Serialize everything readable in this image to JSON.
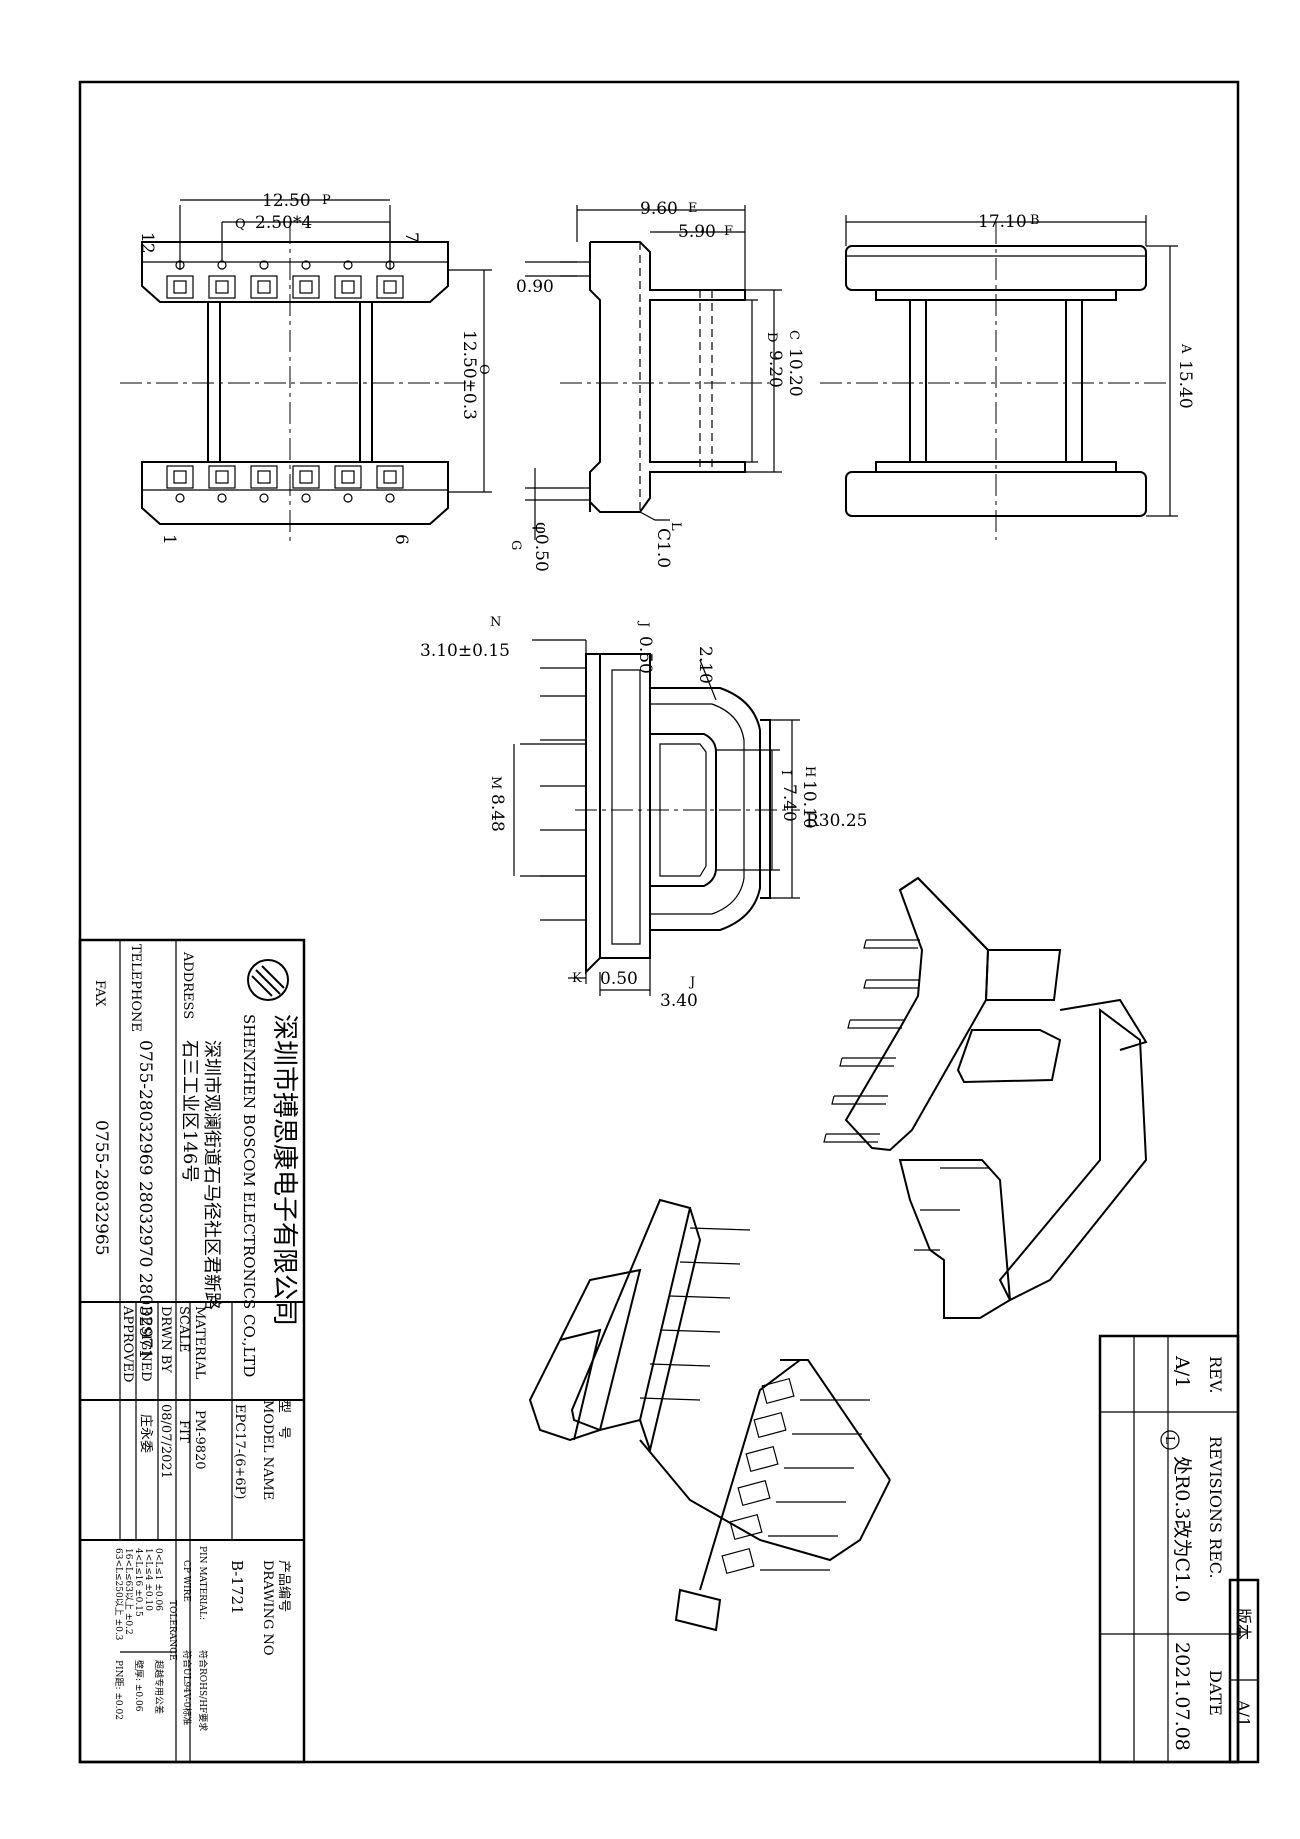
{
  "company": {
    "name_cn": "深圳市搏思康电子有限公司",
    "name_en": "SHENZHEN BOSCOM ELECTRONICS CO.,LTD",
    "address_label": "ADDRESS",
    "address_line1": "深圳市观澜街道石马径社区君新路",
    "address_line2": "石三工业区146号",
    "telephone_label": "TELEPHONE",
    "telephone": "0755-28032969 28032970 28032971",
    "fax_label": "FAX",
    "fax": "0755-28032965"
  },
  "title_block": {
    "model_label_cn": "型　号",
    "model_label_en": "MODEL NAME",
    "model_value": "EPC17-(6+6P)",
    "drawing_label_cn": "产品编号",
    "drawing_label_en": "DRAWING NO",
    "drawing_value": "B-1721",
    "material_label": "MATERIAL",
    "material_value": "PM-9820",
    "scale_label": "SCALE",
    "scale_value": "FIT",
    "drawn_label": "DRWN BY",
    "drawn_value": "08/07/2021",
    "designed_label": "DESIGNED",
    "designed_value": "庄永委",
    "approved_label": "APPROVED",
    "pin_material_label": "PIN MATERIAL:",
    "pin_material_value": "符合ROHS/HF要求",
    "cp_wire_label": "CP WIRE",
    "cp_wire_value": "符合UL94V-0标准",
    "tolerance_label": "TOLERANCE",
    "tolerance_rows": [
      "0<L≤1  ±0.06",
      "1<L≤4  ±0.10",
      "4<L≤16  ±0.15",
      "16<L≤63以上 ±0.2",
      "63<L≤250以上 ±0.3"
    ],
    "tolerance_extra": [
      "超越专用公差",
      "壁厚: ±0.06",
      "PIN距: ±0.02"
    ]
  },
  "revision_block": {
    "rev_label": "REV.",
    "rev_value": "A/1",
    "revisions_label": "REVISIONS REC.",
    "revisions_value": "处R0.3改为C1.0",
    "revisions_marker": "L",
    "date_label": "DATE",
    "date_value": "2021.07.08",
    "version_label": "版本",
    "version_value": "A/1"
  },
  "dimensions": {
    "top_width": "12.50",
    "top_width_marker": "P",
    "pitch": "2.50*4",
    "pitch_marker": "Q",
    "height": "12.50±0.3",
    "height_marker": "O",
    "side_total": "9.60",
    "side_total_marker": "E",
    "side_inner": "5.90",
    "side_inner_marker": "F",
    "pin_step": "0.90",
    "side_outer_h": "10.20",
    "side_outer_marker": "C",
    "side_inner_h": "9.20",
    "side_inner_h_marker": "D",
    "pin_dia": "φ0.50",
    "pin_dia_marker": "G",
    "chamfer": "C1.0",
    "chamfer_marker": "L",
    "front_width": "17.10",
    "front_width_marker": "B",
    "front_height": "15.40",
    "front_height_marker": "A",
    "bottom_pin_offset": "3.10±0.15",
    "bottom_pin_offset_marker": "N",
    "wall": "0.50",
    "wall_marker": "J",
    "window_r": "2.10",
    "window_outer": "10.10",
    "window_outer_marker": "H",
    "window_inner": "7.40",
    "window_inner_marker": "I",
    "radius": "R30.25",
    "pin_span": "8.48",
    "pin_span_marker": "M",
    "flange": "0.50",
    "flange_marker": "K",
    "base_w": "3.40",
    "base_w_marker": "J",
    "pin_number_top_left": "12",
    "pin_number_top_right": "7",
    "pin_number_bottom_left": "1",
    "pin_number_bottom_right": "6"
  }
}
